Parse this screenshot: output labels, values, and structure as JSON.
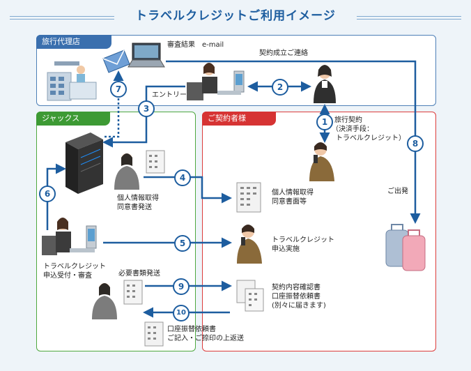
{
  "title": "トラベルクレジットご利用イメージ",
  "sections": {
    "agency": "旅行代理店",
    "jaccs": "ジャックス",
    "contractor": "ご契約者様"
  },
  "labels": {
    "review_email": "審査結果　e-mail",
    "contract_notice": "契約成立ご連絡",
    "entry": "エントリー",
    "travel_contract_1": "旅行契約",
    "travel_contract_2": "（決済手段：",
    "travel_contract_3": "トラベルクレジット）",
    "departure": "ご出発",
    "personal_info_send_1": "個人情報取得",
    "personal_info_send_2": "同意書発送",
    "personal_info_doc_1": "個人情報取得",
    "personal_info_doc_2": "同意書面等",
    "apply_1": "トラベルクレジット",
    "apply_2": "申込実施",
    "reception_1": "トラベルクレジット",
    "reception_2": "申込受付・審査",
    "docs_send": "必要書類発送",
    "contract_docs_1": "契約内容確認書",
    "contract_docs_2": "口座振替依頼書",
    "contract_docs_3": "(別々に届きます)",
    "return_1": "口座振替依頼書",
    "return_2": "ご記入・ご捺印の上返送"
  },
  "steps": [
    "1",
    "2",
    "3",
    "4",
    "5",
    "6",
    "7",
    "8",
    "9",
    "10"
  ],
  "colors": {
    "blue": "#1d5d9f",
    "agency_border": "#4d7fb7",
    "jaccs_border": "#4ea83f",
    "contractor_border": "#dc3b3b"
  }
}
